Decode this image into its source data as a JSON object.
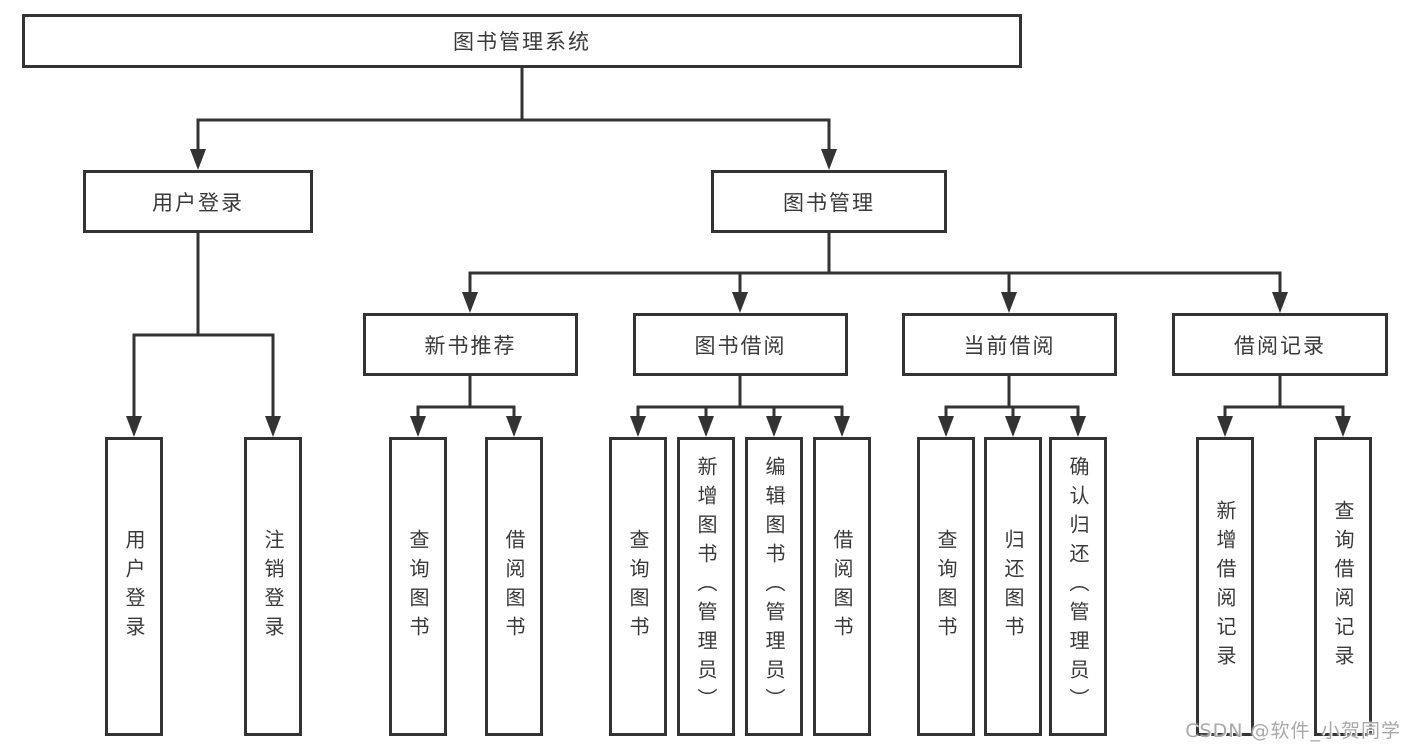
{
  "diagram": {
    "root": {
      "label": "图书管理系统"
    },
    "branches": {
      "user_login": {
        "label": "用户登录"
      },
      "book_mgmt": {
        "label": "图书管理"
      }
    },
    "modules": {
      "new_book": {
        "label": "新书推荐"
      },
      "book_borrow": {
        "label": "图书借阅"
      },
      "current_borrow": {
        "label": "当前借阅"
      },
      "borrow_record": {
        "label": "借阅记录"
      }
    },
    "leaves": {
      "user_login": {
        "label": "用户登录"
      },
      "logout": {
        "label": "注销登录"
      },
      "nb_query_book": {
        "label": "查询图书"
      },
      "nb_borrow_book": {
        "label": "借阅图书"
      },
      "bb_query_book": {
        "label": "查询图书"
      },
      "bb_add_book": {
        "label": "新增图书（管理员）"
      },
      "bb_edit_book": {
        "label": "编辑图书（管理员）"
      },
      "bb_borrow_book": {
        "label": "借阅图书"
      },
      "cb_query_book": {
        "label": "查询图书"
      },
      "cb_return_book": {
        "label": "归还图书"
      },
      "cb_confirm_return": {
        "label": "确认归还（管理员）"
      },
      "br_add_record": {
        "label": "新增借阅记录"
      },
      "br_query_record": {
        "label": "查询借阅记录"
      }
    }
  },
  "watermark": {
    "label": "CSDN @软件_小贺同学"
  },
  "colors": {
    "line": "#333333",
    "box_border": "#333333",
    "text": "#3a3a3a",
    "background": "#ffffff",
    "watermark": "#a9a9a9"
  }
}
